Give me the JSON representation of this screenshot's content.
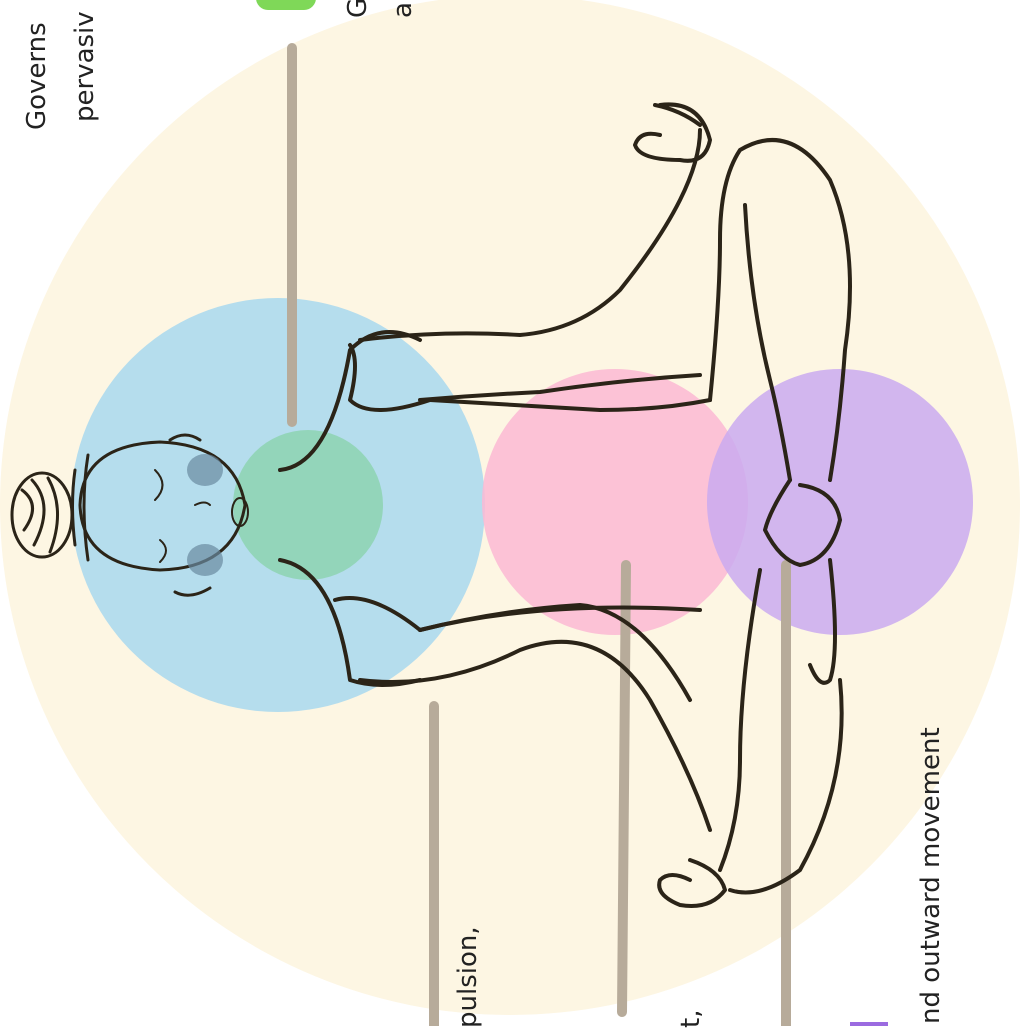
{
  "labels": {
    "governs": "Governs",
    "pervasive": "pervasiv",
    "green_g": "G",
    "green_a": "a",
    "pulsion": "pulsion,",
    "t_comma": "t,",
    "outward": "nd outward movement"
  },
  "colors": {
    "background": "#fdf6e3",
    "head_circle": "#a8d8ee",
    "throat_circle": "#8fd4b4",
    "chest_circle": "#fcb8d4",
    "pelvis_circle": "#caaaf0",
    "leader_line": "#b7ab9a",
    "outline": "#2b2418",
    "green_swatch": "#7fd858",
    "purple_swatch": "#9b6be0"
  }
}
